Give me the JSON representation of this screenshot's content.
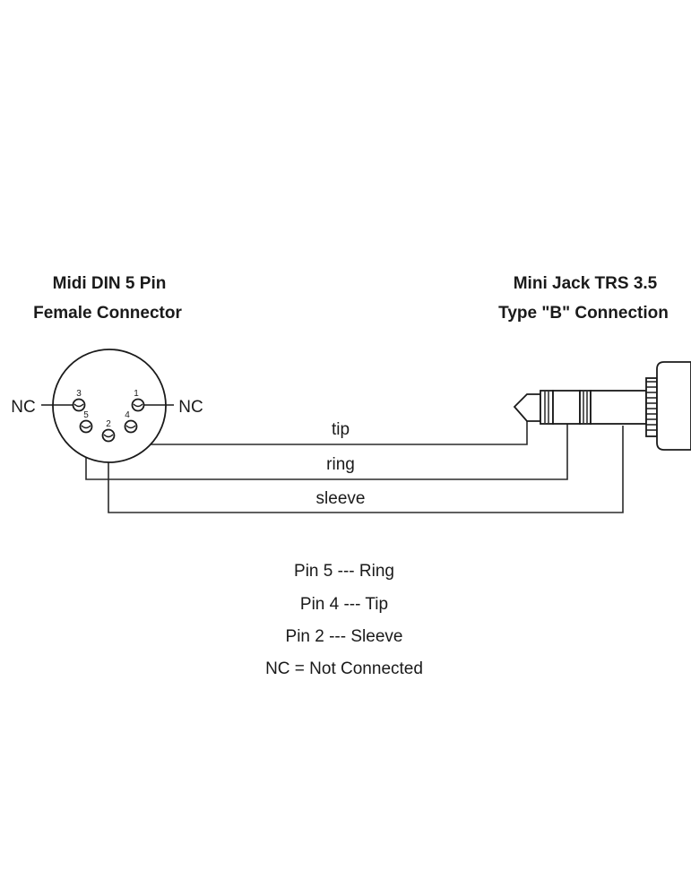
{
  "din_connector": {
    "title_line1": "Midi DIN 5 Pin",
    "title_line2": "Female Connector",
    "nc_left": "NC",
    "nc_right": "NC",
    "pins": {
      "p1": "1",
      "p2": "2",
      "p3": "3",
      "p4": "4",
      "p5": "5"
    }
  },
  "jack_connector": {
    "title_line1": "Mini Jack TRS 3.5",
    "title_line2": "Type \"B\" Connection"
  },
  "wires": {
    "tip": "tip",
    "ring": "ring",
    "sleeve": "sleeve"
  },
  "legend": {
    "line1": "Pin 5 --- Ring",
    "line2": "Pin 4 --- Tip",
    "line3": "Pin 2 --- Sleeve",
    "line4": "NC = Not Connected"
  },
  "colors": {
    "line": "#1a1a1a",
    "background": "#ffffff"
  }
}
